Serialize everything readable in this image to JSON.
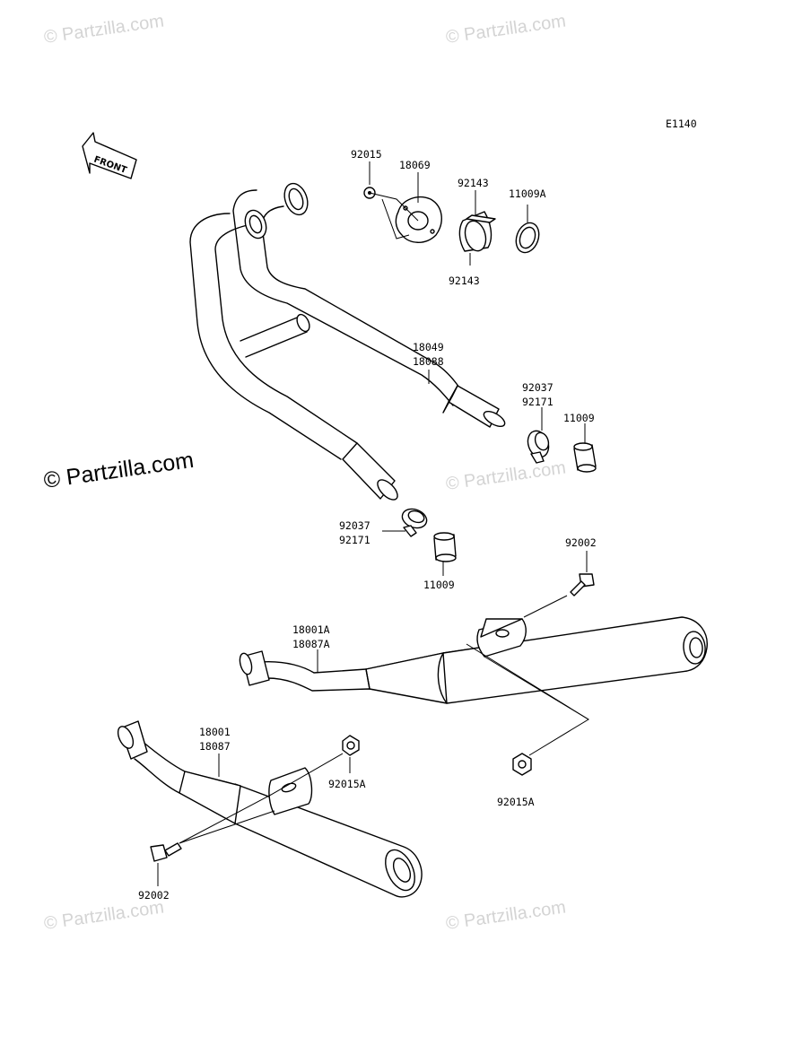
{
  "diagram_code": "E1140",
  "front_label": "FRONT",
  "watermarks": {
    "small": "© Partzilla.com",
    "large": "© Partzilla.com"
  },
  "labels": {
    "p92015_top": "92015",
    "p18069": "18069",
    "p92143_a": "92143",
    "p92143_b": "92143",
    "p11009A": "11009A",
    "p18049": "18049",
    "p18088": "18088",
    "p92037_r": "92037",
    "p92171_r": "92171",
    "p11009_r": "11009",
    "p92037_l": "92037",
    "p92171_l": "92171",
    "p11009_l": "11009",
    "p92002_r": "92002",
    "p18001A": "18001A",
    "p18087A": "18087A",
    "p18001": "18001",
    "p18087": "18087",
    "p92015A_l": "92015A",
    "p92015A_r": "92015A",
    "p92002_l": "92002"
  }
}
